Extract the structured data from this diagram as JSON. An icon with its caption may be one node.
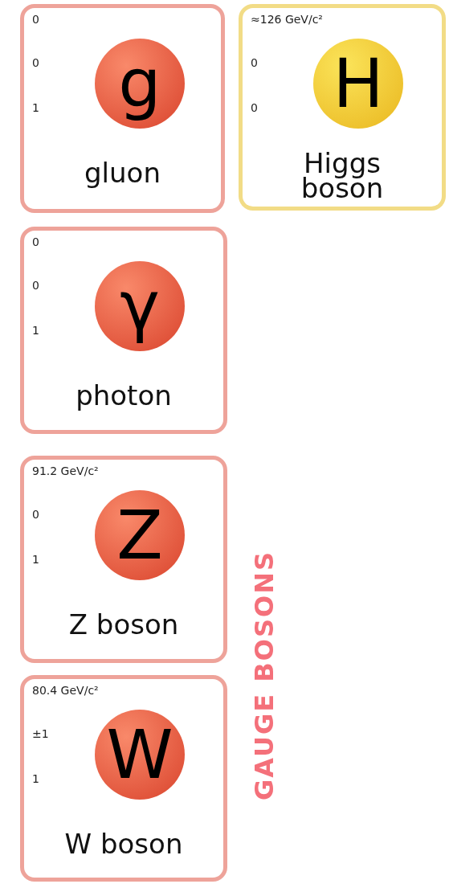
{
  "diagram": {
    "nodes": [
      {
        "text": [
          "0",
          "0",
          "1",
          "gluon"
        ]
      },
      {
        "text": [
          "g"
        ],
        "in": 0
      },
      {
        "text": [
          "≈126 GeV/c²",
          "0",
          "0",
          "Higgs boson"
        ]
      },
      {
        "text": [
          "H"
        ],
        "in": 2
      },
      {
        "text": [
          "0",
          "0",
          "1",
          "photon"
        ]
      },
      {
        "text": [
          "γ"
        ],
        "in": 4
      },
      {
        "text": [
          "91.2 GeV/c²",
          "0",
          "1",
          "Z boson"
        ]
      },
      {
        "text": [
          "Z"
        ],
        "in": 6
      },
      {
        "text": [
          "80.4 GeV/c²",
          "±1",
          "1",
          "W boson"
        ]
      },
      {
        "text": [
          "W"
        ],
        "in": 8
      }
    ],
    "labels": [
      "GAUGE BOSONS"
    ]
  }
}
